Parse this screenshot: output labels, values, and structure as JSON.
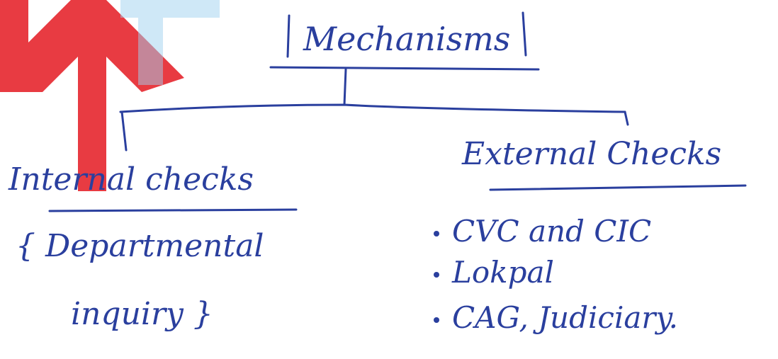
{
  "diagram": {
    "root": {
      "label": "Mechanisms"
    },
    "branches": [
      {
        "title": "Internal checks",
        "description_lines": [
          "{ Departmental",
          "inquiry }"
        ]
      },
      {
        "title": "External Checks",
        "items": [
          "CVC and CIC",
          "Lokpal",
          "CAG, Judiciary."
        ]
      }
    ],
    "colors": {
      "ink": "#2a3f9e",
      "watermark": "#d9262f",
      "watermark_light": "#bfe0f5"
    }
  }
}
